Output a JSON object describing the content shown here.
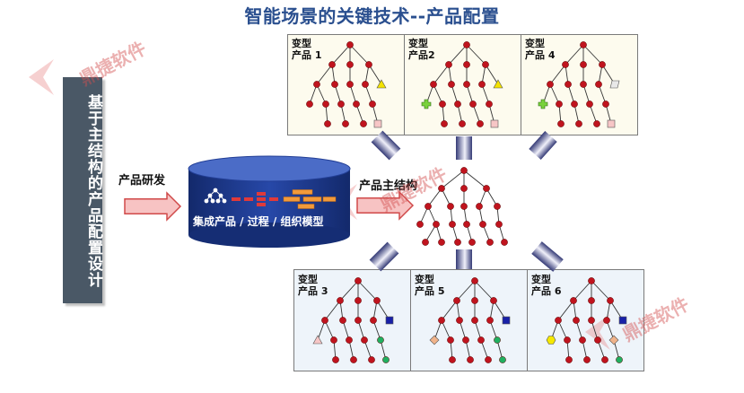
{
  "title": "智能场景的关键技术--产品配置",
  "side_label": "基于主结构的产品配置设计",
  "arrow_label_rd": "产品研发",
  "db_label": "集成产品 / 过程 / 组织模型",
  "main_structure_label": "产品主结构",
  "variants_top": [
    {
      "line1": "变型",
      "line2": "产品 1"
    },
    {
      "line1": "变型",
      "line2": "产品2"
    },
    {
      "line1": "变型",
      "line2": "产品 4"
    }
  ],
  "variants_bottom": [
    {
      "line1": "变型",
      "line2": "产品 3"
    },
    {
      "line1": "变型",
      "line2": "产品 5"
    },
    {
      "line1": "变型",
      "line2": "产品 6"
    }
  ],
  "watermark": "鼎捷软件",
  "colors": {
    "title": "#2a4f8f",
    "side_bar": "#4a5866",
    "node": "#c0141e",
    "database": "#1e3a8c",
    "arrow_fill": "#f7c3c3",
    "arrow_stroke": "#d04a4a"
  }
}
